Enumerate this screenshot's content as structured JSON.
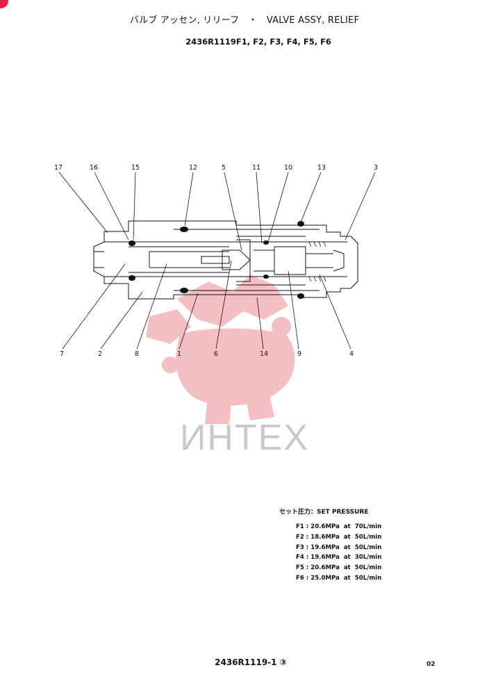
{
  "header": {
    "title": "バルブ アッセン, リリーフ　・　VALVE ASSY, RELIEF",
    "part_numbers": "2436R1119F1, F2, F3, F4, F5, F6"
  },
  "diagram": {
    "callouts": [
      "17",
      "16",
      "15",
      "12",
      "5",
      "11",
      "10",
      "13",
      "3",
      "7",
      "2",
      "8",
      "1",
      "6",
      "14",
      "9",
      "4"
    ]
  },
  "watermark": {
    "text": "ИНТЕХ",
    "color": "#e83a4a"
  },
  "set_pressure": {
    "title": "セット圧力：SET PRESSURE",
    "rows": [
      "F1 : 20.6MPa  at  70L/min",
      "F2 : 18.6MPa  at  50L/min",
      "F3 : 19.6MPa  at  50L/min",
      "F4 : 19.6MPa  at  30L/min",
      "F5 : 20.6MPa  at  50L/min",
      "F6 : 25.0MPa  at  50L/min"
    ]
  },
  "footer": {
    "drawing_number": "2436R1119-1 ③",
    "page": "02"
  }
}
